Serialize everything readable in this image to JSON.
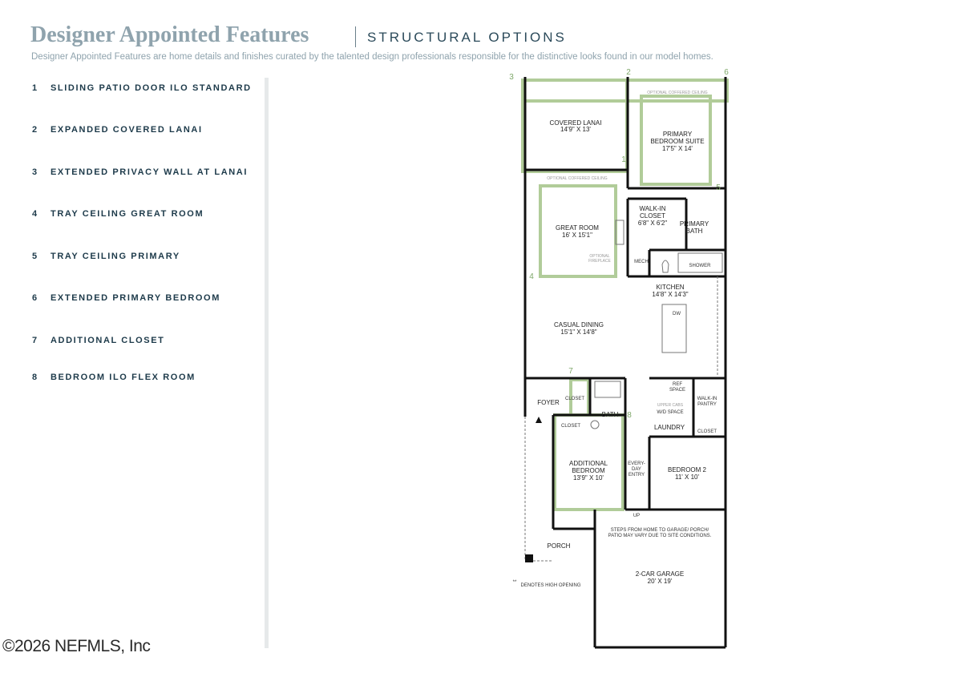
{
  "header": {
    "title": "Designer Appointed Features",
    "subtitle": "STRUCTURAL OPTIONS",
    "description": "Designer Appointed Features are home details and finishes curated by the talented design professionals responsible for the distinctive looks found in our model homes."
  },
  "options": [
    {
      "num": "1",
      "label": "SLIDING PATIO DOOR ILO STANDARD"
    },
    {
      "num": "2",
      "label": "EXPANDED COVERED LANAI"
    },
    {
      "num": "3",
      "label": "EXTENDED PRIVACY WALL AT LANAI"
    },
    {
      "num": "4",
      "label": "TRAY CEILING GREAT ROOM"
    },
    {
      "num": "5",
      "label": "TRAY CEILING PRIMARY"
    },
    {
      "num": "6",
      "label": "EXTENDED PRIMARY BEDROOM"
    },
    {
      "num": "7",
      "label": "ADDITIONAL CLOSET"
    },
    {
      "num": "8",
      "label": "BEDROOM ILO FLEX ROOM"
    }
  ],
  "plan": {
    "rooms": {
      "covered_lanai": {
        "name": "COVERED LANAI",
        "dims": "14'9\" X 13'"
      },
      "primary_bedroom": {
        "name1": "PRIMARY",
        "name2": "BEDROOM SUITE",
        "dims": "17'5\" X 14'"
      },
      "great_room": {
        "name": "GREAT ROOM",
        "dims": "16' X 15'1\""
      },
      "walk_in_closet": {
        "name1": "WALK-IN",
        "name2": "CLOSET",
        "dims": "6'8\" X 6'2\""
      },
      "primary_bath": {
        "name1": "PRIMARY",
        "name2": "BATH"
      },
      "kitchen": {
        "name": "KITCHEN",
        "dims": "14'8\" X 14'3\""
      },
      "casual_dining": {
        "name": "CASUAL DINING",
        "dims": "15'1\" X 14'8\""
      },
      "foyer": "FOYER",
      "bath": "BATH",
      "laundry": "LAUNDRY",
      "additional_bedroom": {
        "name1": "ADDITIONAL",
        "name2": "BEDROOM",
        "dims": "13'9\" X 10'"
      },
      "bedroom2": {
        "name": "BEDROOM 2",
        "dims": "11' X 10'"
      },
      "porch": "PORCH",
      "garage": {
        "name": "2-CAR GARAGE",
        "dims": "20' X 19'"
      }
    },
    "small": {
      "mech": "MECH",
      "shower": "SHOWER",
      "dw": "DW",
      "ref1": "REF",
      "ref2": "SPACE",
      "pantry1": "WALK-IN",
      "pantry2": "PANTRY",
      "closet": "CLOSET",
      "wd": "W/D SPACE",
      "entry1": "EVERY-",
      "entry2": "DAY",
      "entry3": "ENTRY",
      "up": "UP",
      "fireplace1": "OPTIONAL",
      "fireplace2": "FIREPLACE",
      "coffered": "OPTIONAL COFFERED CEILING",
      "upper_cabs": "UPPER CABS",
      "garage_note1": "STEPS FROM HOME TO GARAGE/ PORCH/",
      "garage_note2": "PATIO MAY VARY DUE TO SITE CONDITIONS."
    },
    "option_markers": [
      "1",
      "2",
      "3",
      "4",
      "5",
      "6",
      "7",
      "8"
    ],
    "footnote_symbol": "**",
    "footnote": "DENOTES HIGH OPENING"
  },
  "copyright": "©2026 NEFMLS, Inc",
  "colors": {
    "title": "#8fa3ad",
    "text": "#1d3a4a",
    "highlight": "#a9c78f",
    "wall": "#111111"
  }
}
